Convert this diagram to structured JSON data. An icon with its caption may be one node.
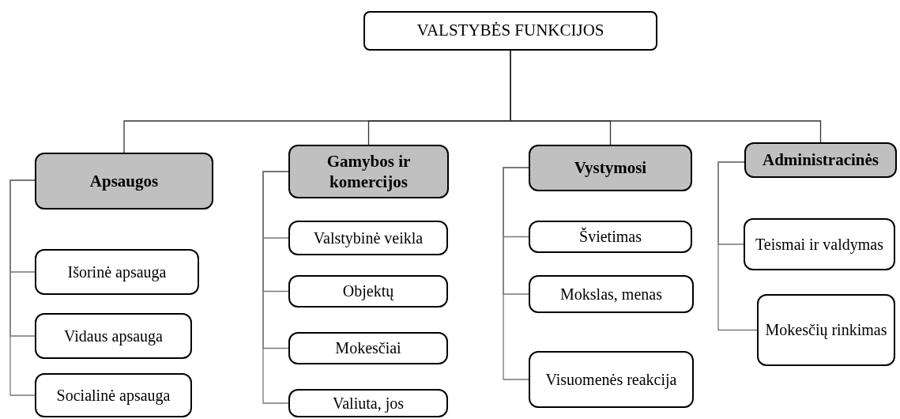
{
  "diagram": {
    "nodes": [
      {
        "text": [
          "VALSTYBĖS FUNKCIJOS"
        ]
      },
      {
        "text": [
          "Apsaugos"
        ]
      },
      {
        "text": [
          "Gamybos ir komercijos"
        ]
      },
      {
        "text": [
          "Vystymosi"
        ]
      },
      {
        "text": [
          "Administracinės"
        ]
      },
      {
        "text": [
          "Išorinė apsauga"
        ]
      },
      {
        "text": [
          "Vidaus apsauga"
        ]
      },
      {
        "text": [
          "Socialinė apsauga"
        ]
      },
      {
        "text": [
          "Valstybinė veikla"
        ]
      },
      {
        "text": [
          "Objektų"
        ]
      },
      {
        "text": [
          "Mokesčiai"
        ]
      },
      {
        "text": [
          "Valiuta, jos"
        ]
      },
      {
        "text": [
          "Švietimas"
        ]
      },
      {
        "text": [
          "Mokslas, menas"
        ]
      },
      {
        "text": [
          "Visuomenės reakcija"
        ]
      },
      {
        "text": [
          "Teismai ir valdymas"
        ]
      },
      {
        "text": [
          "Mokesčių rinkimas"
        ]
      }
    ],
    "edges": [
      {
        "from": 0,
        "to": 1,
        "arrow": "none"
      },
      {
        "from": 0,
        "to": 2,
        "arrow": "none"
      },
      {
        "from": 0,
        "to": 3,
        "arrow": "none"
      },
      {
        "from": 0,
        "to": 4,
        "arrow": "none"
      },
      {
        "from": 1,
        "to": 5,
        "arrow": "none"
      },
      {
        "from": 1,
        "to": 6,
        "arrow": "none"
      },
      {
        "from": 1,
        "to": 7,
        "arrow": "none"
      },
      {
        "from": 2,
        "to": 8,
        "arrow": "none"
      },
      {
        "from": 2,
        "to": 9,
        "arrow": "none"
      },
      {
        "from": 2,
        "to": 10,
        "arrow": "none"
      },
      {
        "from": 2,
        "to": 11,
        "arrow": "none"
      },
      {
        "from": 3,
        "to": 12,
        "arrow": "none"
      },
      {
        "from": 3,
        "to": 13,
        "arrow": "none"
      },
      {
        "from": 3,
        "to": 14,
        "arrow": "none"
      },
      {
        "from": 4,
        "to": 15,
        "arrow": "none"
      },
      {
        "from": 4,
        "to": 16,
        "arrow": "none"
      }
    ]
  }
}
